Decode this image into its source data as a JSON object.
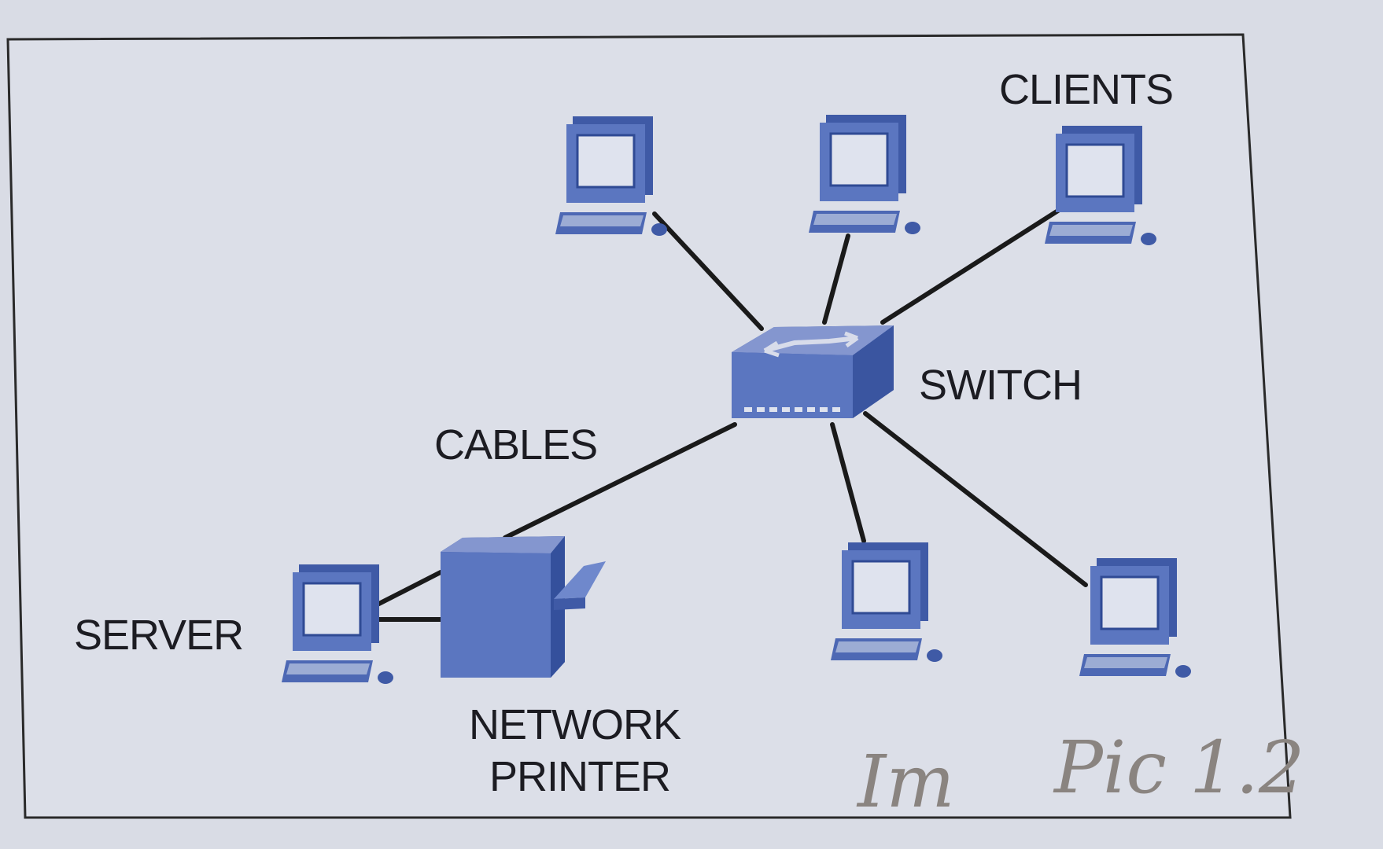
{
  "labels": {
    "clients": "CLIENTS",
    "switch": "SWITCH",
    "cables": "CABLES",
    "server": "SERVER",
    "network_printer_line1": "NETWORK",
    "network_printer_line2": "PRINTER"
  },
  "handwriting": {
    "initials": "Im",
    "note": "Pic 1.2"
  },
  "colors": {
    "background": "#d9dce5",
    "device_blue": "#5b76c0",
    "device_dark": "#35519c",
    "screen": "#dfe3ee",
    "cable": "#1a1a1a",
    "frame": "#2a2a2a"
  },
  "icons": [
    "computer-icon",
    "switch-icon",
    "printer-icon"
  ]
}
